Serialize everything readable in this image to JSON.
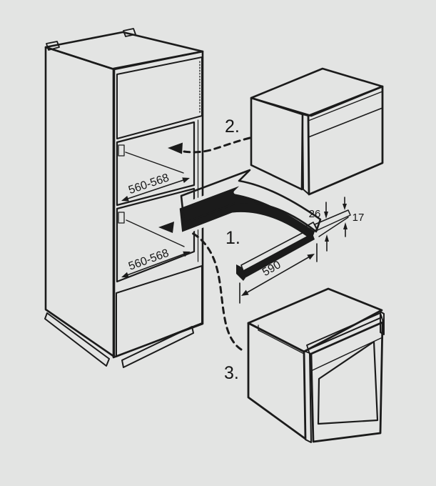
{
  "figure": {
    "type": "appliance-installation-diagram",
    "description": "Built-in oven / compact appliance niche installation steps",
    "steps": [
      {
        "id": "1",
        "label": "1."
      },
      {
        "id": "2",
        "label": "2."
      },
      {
        "id": "3",
        "label": "3."
      }
    ],
    "cabinet": {
      "upper_niche_width": "560-568",
      "lower_niche_width": "560-568"
    },
    "trim_strip": {
      "height": "26",
      "thickness": "17",
      "length": "590"
    },
    "colors": {
      "background": "#e3e4e3",
      "line": "#1b1b1b",
      "cabinet_side": "#c7c9c8",
      "cabinet_top": "#dbdcdb",
      "door_upper": "#c9cbca",
      "door_lower": "#cfd1d0",
      "plinth_side": "#c2c4c3",
      "oven_window": "#cfd1d0",
      "white": "#ffffff"
    }
  }
}
